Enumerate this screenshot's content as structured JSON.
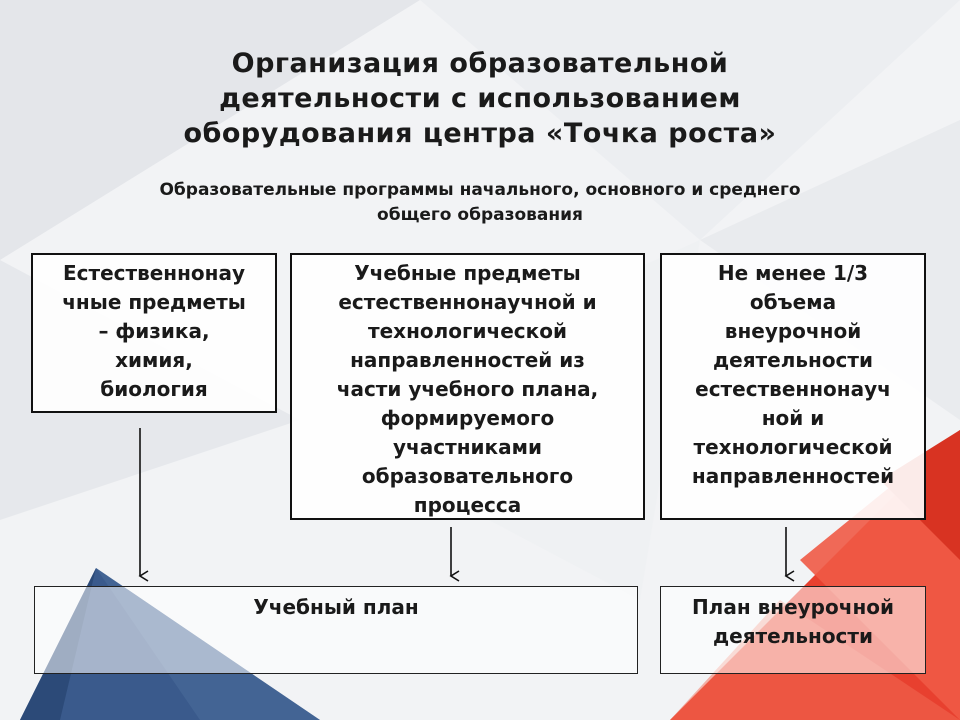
{
  "title": {
    "lines": [
      "Организация образовательной",
      "деятельности с использованием",
      "оборудования центра «Точка роста»"
    ]
  },
  "subtitle": {
    "lines": [
      "Образовательные программы начального, основного и среднего",
      "общего образования"
    ]
  },
  "boxes": {
    "left": {
      "lines": [
        "Естественнонау",
        "чные предметы",
        "– физика,",
        "химия,",
        "биология"
      ]
    },
    "middle": {
      "lines": [
        "Учебные предметы",
        "естественнонаучной и",
        "технологической",
        "направленностей из",
        "части учебного плана,",
        "формируемого",
        "участниками",
        "образовательного",
        "процесса"
      ]
    },
    "right": {
      "lines": [
        "Не менее 1/3",
        "объема",
        "внеурочной",
        "деятельности",
        "естественнонауч",
        "ной и",
        "технологической",
        "направленностей"
      ]
    },
    "plan": {
      "label": "Учебный план"
    },
    "extra_plan": {
      "lines": [
        "План внеурочной",
        "деятельности"
      ]
    }
  },
  "colors": {
    "navy_triangle": "#3a5a8c",
    "red_triangle": "#e8402f",
    "box_border": "#111111"
  }
}
